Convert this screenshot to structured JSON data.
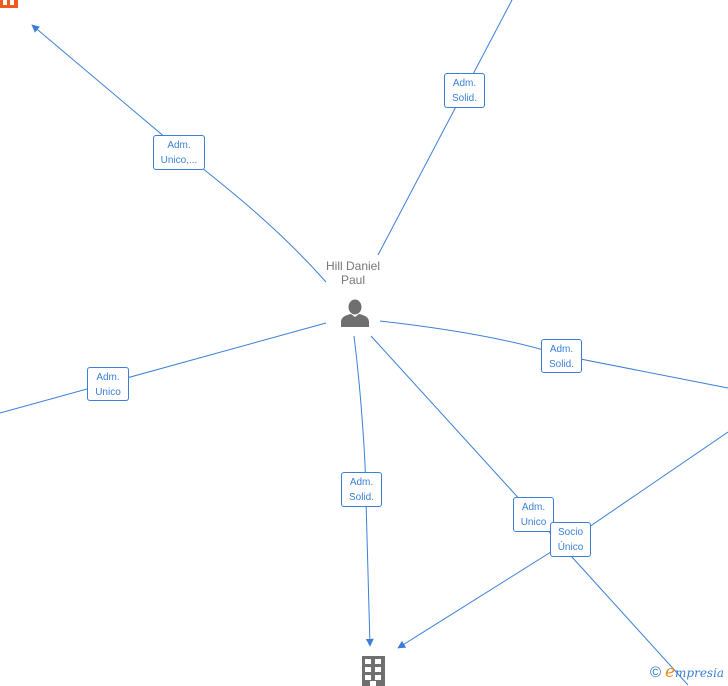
{
  "diagram": {
    "type": "corporate-relationship-graph",
    "colors": {
      "edge": "#3a7fd5",
      "label_border": "#3a7fd5",
      "node_text": "#777777",
      "icon_gray": "#6f6f6f",
      "accent_orange": "#f05a1e",
      "brand_orange": "#f08a1c"
    },
    "center_node": {
      "name_line1": "Hill Daniel",
      "name_line2": "Paul",
      "icon": "person-icon"
    },
    "bottom_node": {
      "icon": "building-icon"
    },
    "edges": [
      {
        "id": "edge-top-left",
        "line1": "Adm.",
        "line2": "Unico,..."
      },
      {
        "id": "edge-top-right",
        "line1": "Adm.",
        "line2": "Solid."
      },
      {
        "id": "edge-left",
        "line1": "Adm.",
        "line2": "Unico"
      },
      {
        "id": "edge-right",
        "line1": "Adm.",
        "line2": "Solid."
      },
      {
        "id": "edge-bottom",
        "line1": "Adm.",
        "line2": "Solid."
      },
      {
        "id": "edge-bottom-right-1",
        "line1": "Adm.",
        "line2": "Unico"
      },
      {
        "id": "edge-bottom-right-2",
        "line1": "Socio",
        "line2": "Único"
      }
    ]
  },
  "watermark": {
    "copyright": "©",
    "brand_initial": "e",
    "brand_rest": "mpresia"
  }
}
